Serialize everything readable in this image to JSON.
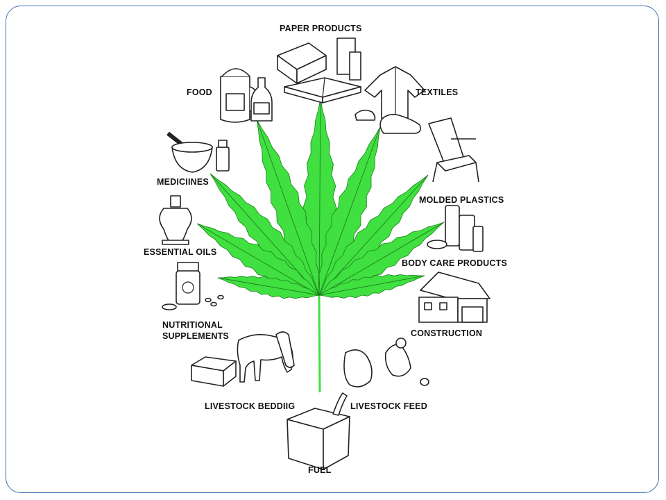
{
  "labels": {
    "paper": "PAPER PRODUCTS",
    "food": "FOOD",
    "textiles": "TEXTILES",
    "medicines": "MEDICIINES",
    "molded": "MOLDED PLASTICS",
    "oils": "ESSENTIAL OILS",
    "body": "BODY CARE PRODUCTS",
    "nutrition_1": "NUTRITIONAL",
    "nutrition_2": "SUPPLEMENTS",
    "construction": "CONSTRUCTION",
    "bedding": "LIVESTOCK BEDDIIG",
    "feed": "LIVESTOCK FEED",
    "fuel": "FUEL"
  },
  "colors": {
    "leaf": "#3fe03f",
    "leaf_vein": "#1f7f1f",
    "frame": "#3b6fb0"
  },
  "icons": [
    "book-icon",
    "beer-stein-icon",
    "bottle-icon",
    "shirt-icon",
    "sneaker-icon",
    "mortar-pestle-icon",
    "chair-icon",
    "perfume-bottle-icon",
    "lotion-bottles-icon",
    "house-icon",
    "pill-jar-icon",
    "horse-icon",
    "hay-bale-icon",
    "rooster-icon",
    "fuel-can-icon"
  ]
}
